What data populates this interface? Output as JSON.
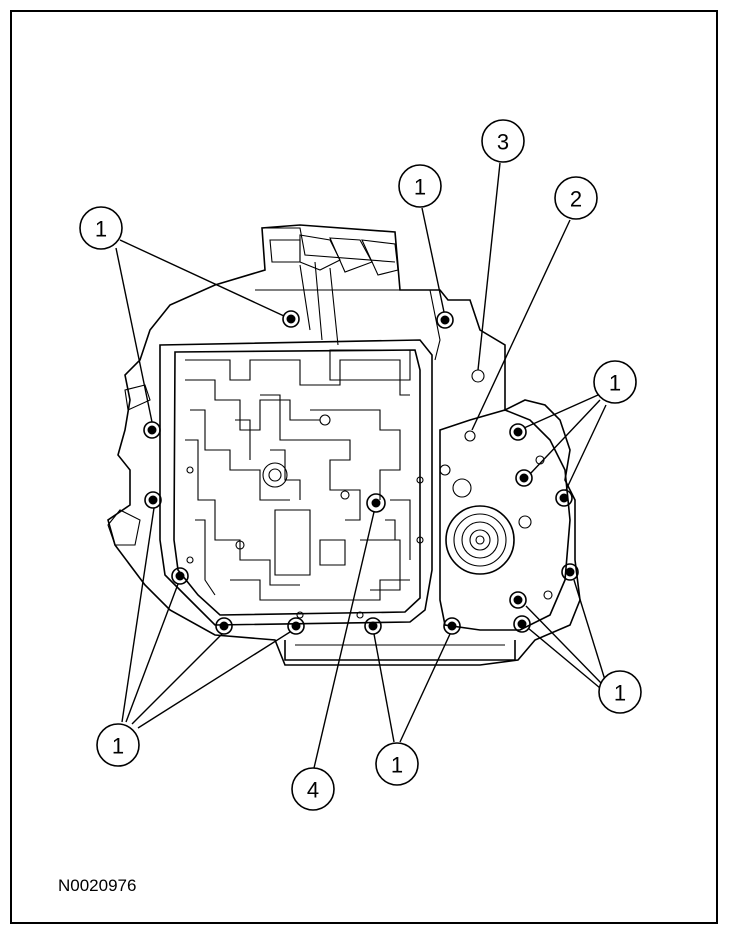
{
  "figure_id": "N0020976",
  "callouts": {
    "c1": "1",
    "c2": "2",
    "c3": "3",
    "c4": "4"
  }
}
